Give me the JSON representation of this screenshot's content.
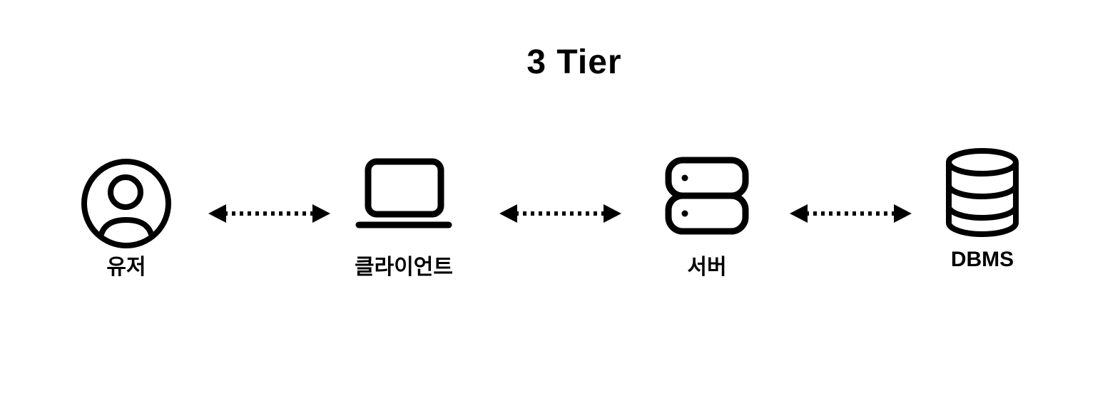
{
  "diagram": {
    "title": "3 Tier",
    "nodes": [
      {
        "id": "user",
        "label": "유저",
        "icon": "user-icon"
      },
      {
        "id": "client",
        "label": "클라이언트",
        "icon": "laptop-icon"
      },
      {
        "id": "server",
        "label": "서버",
        "icon": "server-icon"
      },
      {
        "id": "dbms",
        "label": "DBMS",
        "icon": "database-icon"
      }
    ],
    "connections": [
      {
        "from": "user",
        "to": "client",
        "style": "dotted-double-arrow"
      },
      {
        "from": "client",
        "to": "server",
        "style": "dotted-double-arrow"
      },
      {
        "from": "server",
        "to": "dbms",
        "style": "dotted-double-arrow"
      }
    ],
    "colors": {
      "foreground": "#000000",
      "background": "#ffffff"
    }
  }
}
